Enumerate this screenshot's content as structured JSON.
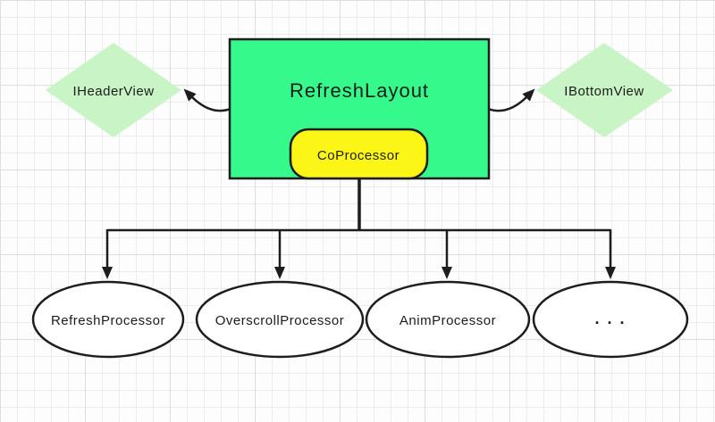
{
  "diagram": {
    "root": {
      "label": "RefreshLayout"
    },
    "coprocessor": {
      "label": "CoProcessor"
    },
    "header_view": {
      "label": "IHeaderView"
    },
    "bottom_view": {
      "label": "IBottomView"
    },
    "processors": [
      {
        "label": "RefreshProcessor"
      },
      {
        "label": "OverscrollProcessor"
      },
      {
        "label": "AnimProcessor"
      },
      {
        "label": ". . ."
      }
    ],
    "colors": {
      "root_fill": "#35fa8b",
      "coprocessor_fill": "#fcf616",
      "diamond_fill": "#c9f4c5",
      "ellipse_fill": "#ffffff",
      "line": "#1d1d1d",
      "grid_minor": "#ececec",
      "grid_major": "#dedede"
    }
  }
}
